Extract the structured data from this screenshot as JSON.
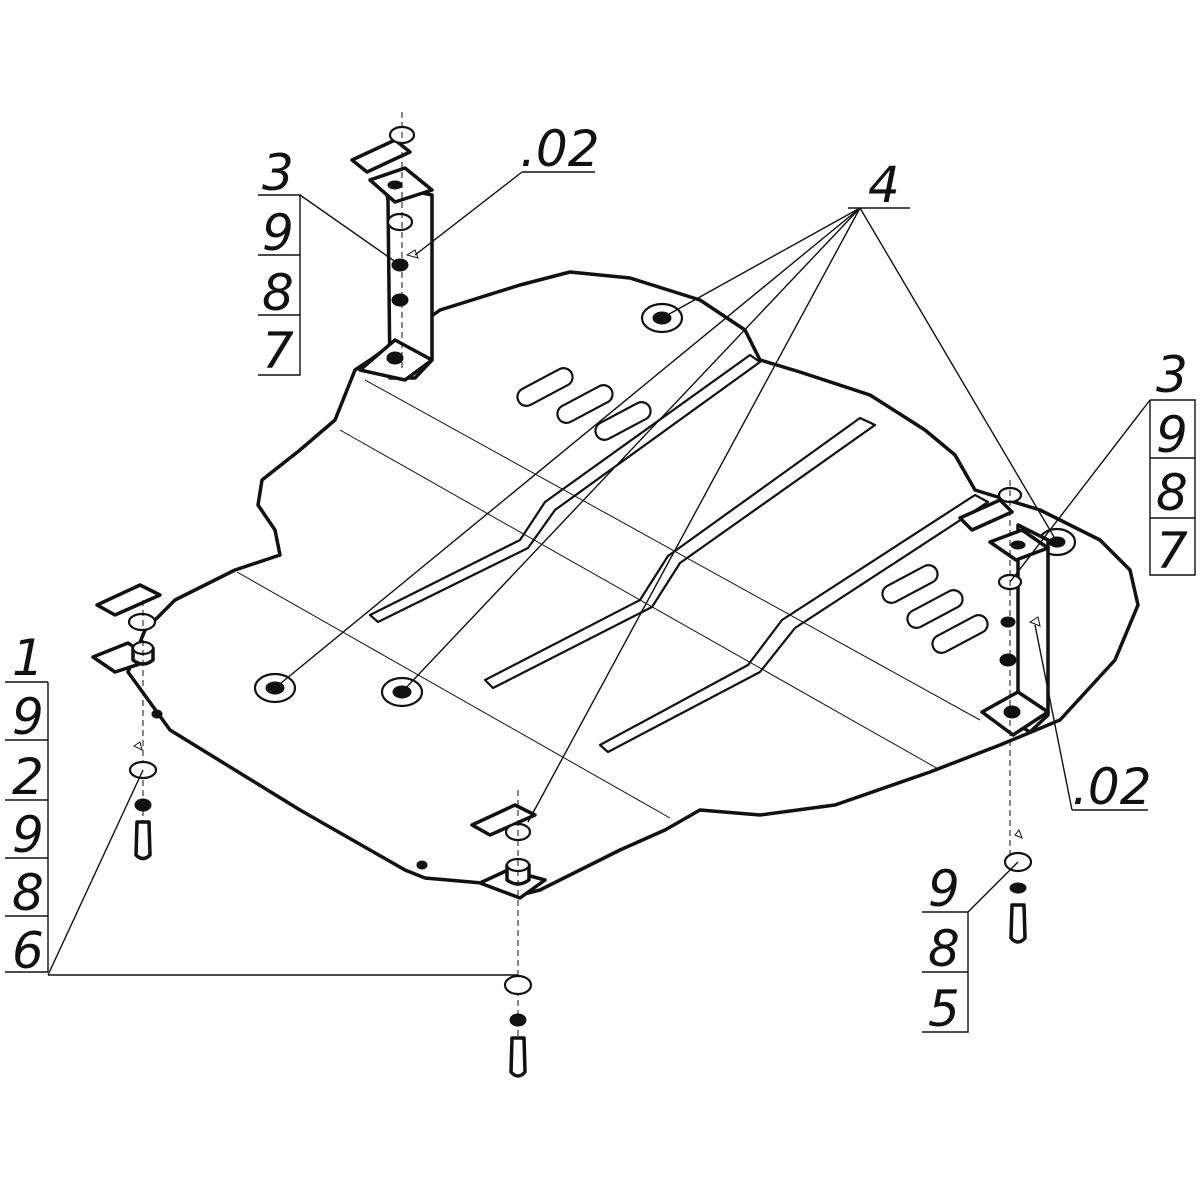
{
  "labels": {
    "top_left_stack": [
      "3",
      "9",
      "8",
      "7"
    ],
    "top_bracket_part": ".02",
    "top_center": "4",
    "right_stack": [
      "3",
      "9",
      "8",
      "7"
    ],
    "right_bracket_part": ".02",
    "left_stack": [
      "1",
      "9",
      "2",
      "9",
      "8",
      "6"
    ],
    "bottom_right_stack": [
      "9",
      "8",
      "5"
    ]
  }
}
